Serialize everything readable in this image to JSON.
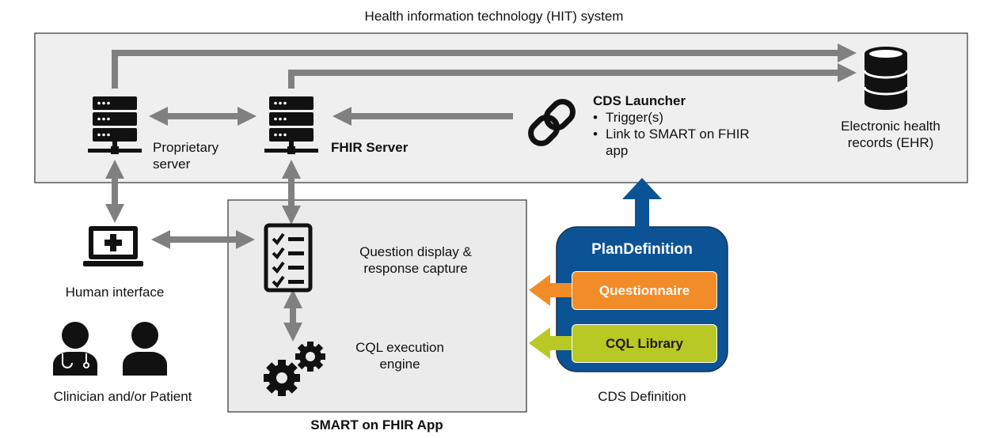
{
  "title": "Health information technology (HIT) system",
  "proprietary_server": {
    "label": "Proprietary server",
    "icon": "server-icon"
  },
  "fhir_server": {
    "label": "FHIR Server",
    "icon": "server-icon"
  },
  "cds_launcher": {
    "title": "CDS Launcher",
    "bullets": [
      "Trigger(s)",
      "Link to SMART on FHIR app"
    ],
    "icon": "link-icon"
  },
  "ehr": {
    "label": "Electronic health records (EHR)",
    "icon": "database-icon"
  },
  "human_interface": {
    "label": "Human interface",
    "icon": "laptop-medical-icon"
  },
  "users": {
    "label": "Clinician and/or Patient",
    "icons": [
      "doctor-icon",
      "patient-icon"
    ]
  },
  "smart_app": {
    "label": "SMART on FHIR App",
    "question_display": "Question display & response capture",
    "cql_engine": "CQL execution engine",
    "icons": [
      "checklist-icon",
      "gears-icon"
    ]
  },
  "cds_definition": {
    "label": "CDS Definition",
    "plan_definition": "PlanDefinition",
    "questionnaire": "Questionnaire",
    "cql_library": "CQL Library"
  },
  "colors": {
    "hit_box": "#efefef",
    "smart_box": "#ebebeb",
    "arrow_gray": "#808080",
    "plan_blue": "#0b5394",
    "questionnaire_orange": "#f28c28",
    "cql_green": "#b8c824"
  }
}
